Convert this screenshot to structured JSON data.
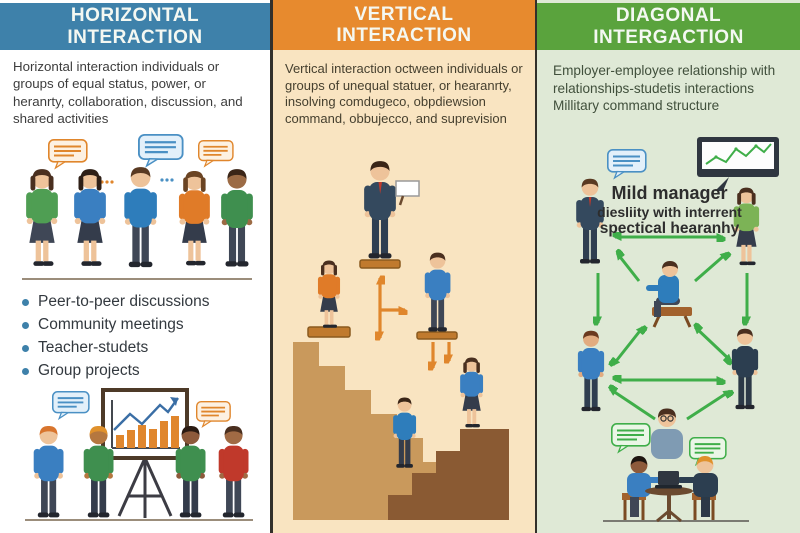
{
  "columns": {
    "horizontal": {
      "title_line1": "HORIZONTAL",
      "title_line2": "INTERACTION",
      "description": "Horizontal interaction individuals or groups of equal status, power, or heranrty, collaboration, discussion, and shared activities",
      "bullets": [
        "Peer-to-peer discussions",
        "Community meetings",
        "Teacher-studets",
        "Group projects"
      ],
      "header_color": "#3e81aa"
    },
    "vertical": {
      "title_line1": "VERTICAL",
      "title_line2": "INTERACTION",
      "description": "Vertical interaction octween individuals or groups of unequal statuer, or hearanrty, insolving comdugeco, obpdiewsion command, obbujecco, and suprevision",
      "header_color": "#e78a2e"
    },
    "diagonal": {
      "title_line1": "DIAGONAL",
      "title_line2": "INTERGACTION",
      "description": "Employer-employee relationship with relationships-studetis interactions Millitary command structure",
      "caption_line1": "Mild manager",
      "caption_line2": "diesliity with interrent",
      "caption_line3": "spectical hearanhy",
      "header_color": "#5aa33d"
    }
  },
  "icons": [
    "speech-bubble-icon",
    "chat-dots-icon",
    "bar-chart-easel-icon",
    "staircase-icon",
    "platform-icon",
    "sign-icon",
    "monitor-line-chart-icon",
    "laptop-icon",
    "double-arrow-icon"
  ],
  "colors": {
    "col_horizontal_bg": "#ffffff",
    "col_vertical_bg": "#f9e4c1",
    "col_diagonal_bg": "#dfe9d6",
    "border_dark": "#33302b",
    "bullet_blue": "#3e81aa",
    "orange_arrow": "#e0862c",
    "green_arrow": "#3fae49",
    "stairs_light": "#c9995c",
    "stairs_dark": "#8a5a33",
    "platform_brown": "#c07a2e",
    "chart_bar_orange": "#e0862c",
    "chart_arrow_blue": "#3a6ea5"
  }
}
